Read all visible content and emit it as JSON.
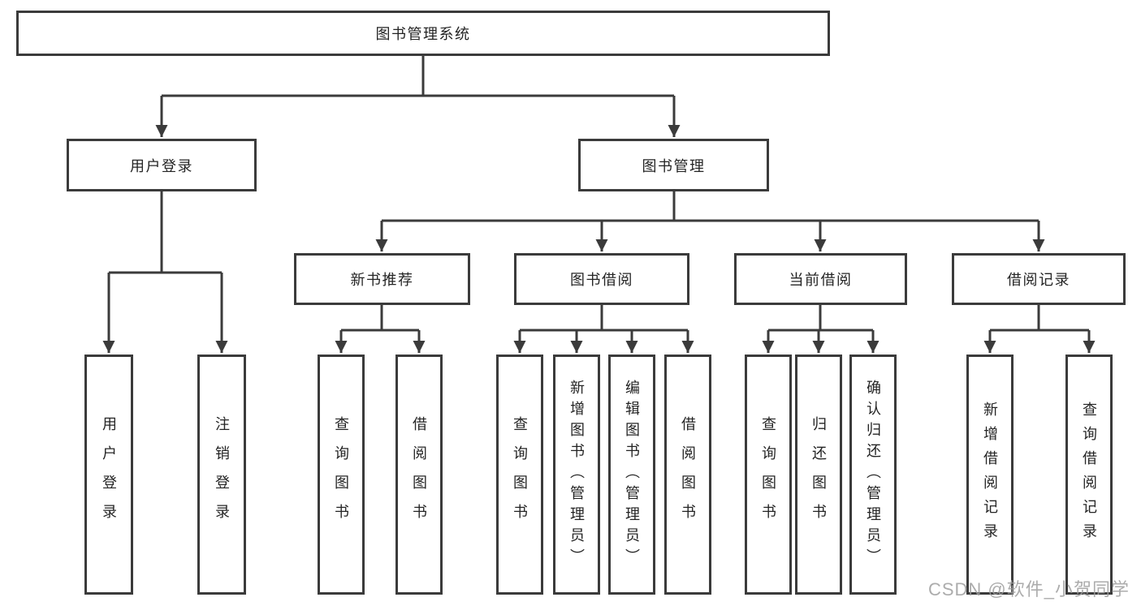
{
  "colors": {
    "line": "#3b3b3b",
    "box_border": "#3b3b3b",
    "text": "#242424",
    "watermark_text": "#9e9e9e",
    "background": "#ffffff"
  },
  "diagram": {
    "root": {
      "label": "图书管理系统"
    },
    "branches": [
      {
        "label": "用户登录",
        "children": [
          {
            "label": "用户登录"
          },
          {
            "label": "注销登录"
          }
        ]
      },
      {
        "label": "图书管理",
        "children": [
          {
            "label": "新书推荐",
            "children": [
              {
                "label": "查询图书"
              },
              {
                "label": "借阅图书"
              }
            ]
          },
          {
            "label": "图书借阅",
            "children": [
              {
                "label": "查询图书"
              },
              {
                "label": "新增图书（管理员）"
              },
              {
                "label": "编辑图书（管理员）"
              },
              {
                "label": "借阅图书"
              }
            ]
          },
          {
            "label": "当前借阅",
            "children": [
              {
                "label": "查询图书"
              },
              {
                "label": "归还图书"
              },
              {
                "label": "确认归还（管理员）"
              }
            ]
          },
          {
            "label": "借阅记录",
            "children": [
              {
                "label": "新增借阅记录"
              },
              {
                "label": "查询借阅记录"
              }
            ]
          }
        ]
      }
    ]
  },
  "watermark": {
    "text": "CSDN @软件_小贺同学"
  }
}
